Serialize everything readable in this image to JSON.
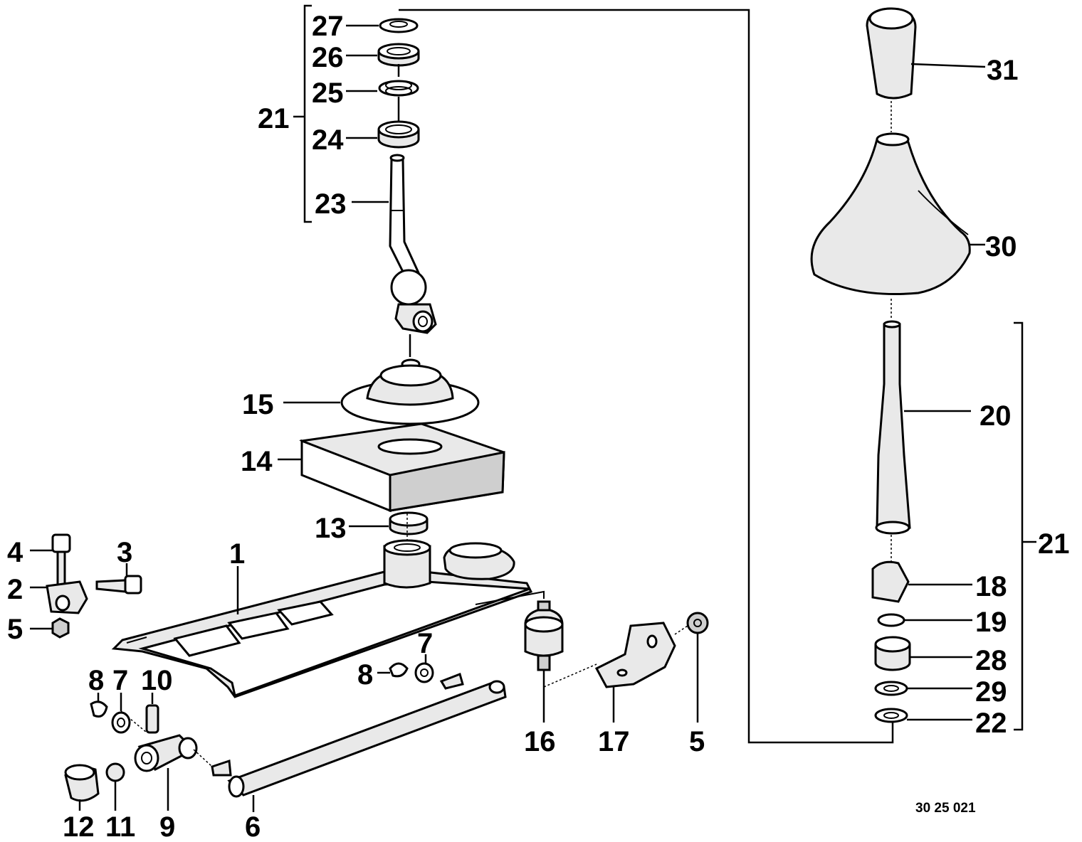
{
  "diagram": {
    "drawing_code": "30 25 021",
    "callouts": {
      "n27": "27",
      "n26": "26",
      "n25": "25",
      "n24": "24",
      "n23": "23",
      "n21_left": "21",
      "n21_right": "21",
      "n31": "31",
      "n30": "30",
      "n20": "20",
      "n18": "18",
      "n19": "19",
      "n28": "28",
      "n29": "29",
      "n22": "22",
      "n15": "15",
      "n14": "14",
      "n13": "13",
      "n1": "1",
      "n4": "4",
      "n3": "3",
      "n2": "2",
      "n5_left": "5",
      "n5_right": "5",
      "n8_left": "8",
      "n7_left": "7",
      "n10": "10",
      "n8_mid": "8",
      "n7_mid": "7",
      "n12": "12",
      "n11": "11",
      "n9": "9",
      "n6": "6",
      "n16": "16",
      "n17": "17"
    }
  }
}
